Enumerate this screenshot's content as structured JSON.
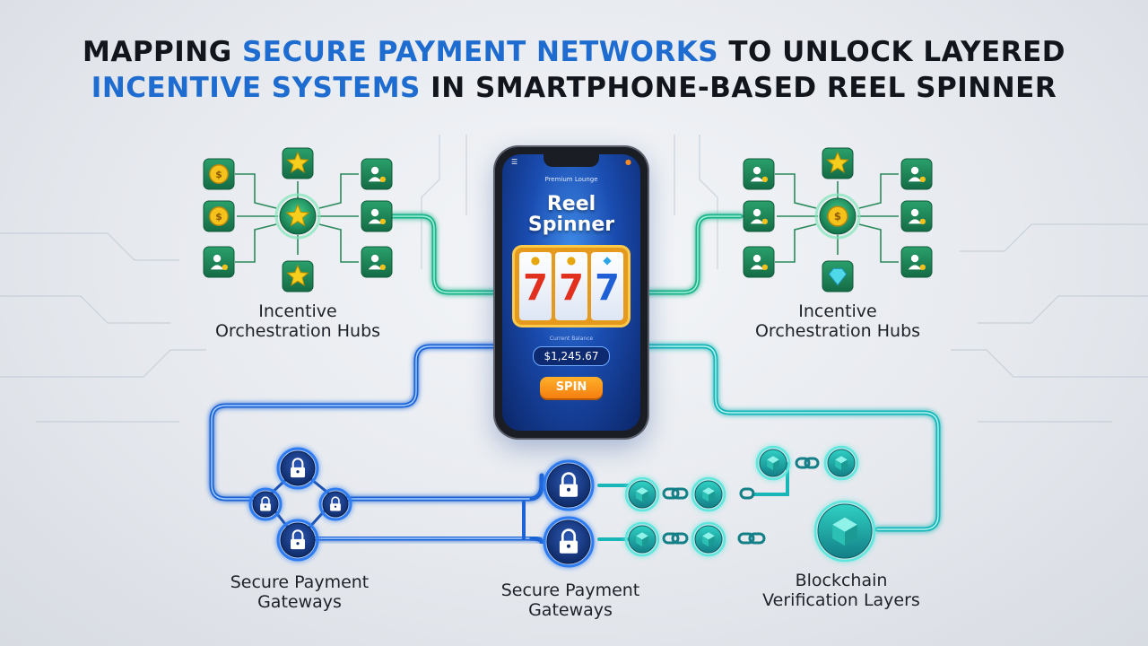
{
  "title": {
    "line1": [
      {
        "text": "Mapping ",
        "highlight": false
      },
      {
        "text": "Secure Payment Networks",
        "highlight": true
      },
      {
        "text": " to Unlock Layered",
        "highlight": false
      }
    ],
    "line2": [
      {
        "text": "Incentive Systems",
        "highlight": true
      },
      {
        "text": " in Smartphone-Based Reel Spinner",
        "highlight": false
      }
    ]
  },
  "labels": {
    "incentive_left": [
      "Incentive",
      "Orchestration Hubs"
    ],
    "incentive_right": [
      "Incentive",
      "Orchestration Hubs"
    ],
    "payment_left": [
      "Secure Payment",
      "Gateways"
    ],
    "payment_center": [
      "Secure Payment",
      "Gateways"
    ],
    "blockchain": [
      "Blockchain",
      "Verification Layers"
    ]
  },
  "phone": {
    "app_title": "Premium Lounge",
    "logo": [
      "Reel",
      "Spinner"
    ],
    "reel_symbols": [
      "7",
      "7",
      "7"
    ],
    "balance_caption": "Current Balance",
    "balance": "$1,245.67",
    "spin_label": "SPIN"
  },
  "nodes": {
    "left_hub": {
      "center": "star-icon",
      "satellites": [
        "coin-icon",
        "star-icon",
        "user-icon",
        "coin-icon",
        "user-icon",
        "user-icon",
        "star-icon",
        "user-icon"
      ]
    },
    "right_hub": {
      "center": "coin-icon",
      "satellites": [
        "user-icon",
        "star-icon",
        "user-icon",
        "user-icon",
        "user-icon",
        "user-icon",
        "diamond-icon",
        "user-icon"
      ]
    },
    "locks": [
      "lock-icon",
      "lock-icon",
      "lock-icon",
      "lock-icon",
      "lock-icon",
      "lock-icon"
    ],
    "blocks": [
      "cube-icon",
      "cube-icon",
      "cube-icon",
      "cube-icon",
      "cube-icon",
      "cube-icon",
      "cube-icon"
    ]
  },
  "colors": {
    "highlight": "#1e6ccf",
    "incentive_green": "#1f8a5a",
    "incentive_trace": "#1fb28a",
    "payment_blue": "#1c64d6",
    "payment_dark": "#14306b",
    "chain_teal": "#19b6b8",
    "coin_gold": "#f4c21a",
    "spin_orange": "#f5901a"
  }
}
